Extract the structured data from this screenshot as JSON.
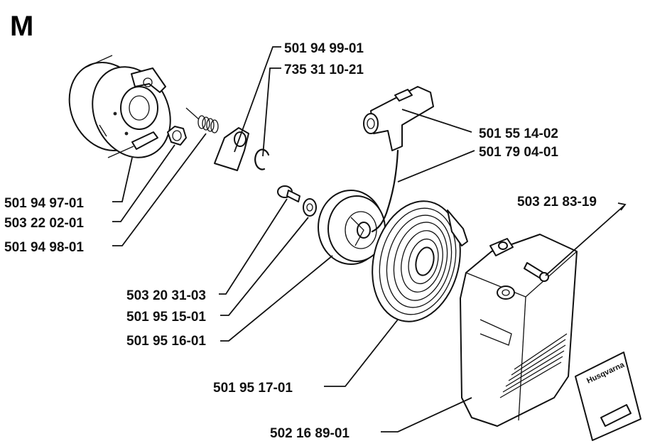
{
  "diagram": {
    "section_letter": "M",
    "parts": [
      {
        "id": "flywheel",
        "number": "501 94 97-01"
      },
      {
        "id": "nut",
        "number": "503 22 02-01"
      },
      {
        "id": "spring",
        "number": "501 94 98-01"
      },
      {
        "id": "pawl",
        "number": "501 94 99-01"
      },
      {
        "id": "circlip",
        "number": "735 31 10-21"
      },
      {
        "id": "handle",
        "number": "501 55 14-02"
      },
      {
        "id": "cord",
        "number": "501 79 04-01"
      },
      {
        "id": "cover-screw",
        "number": "503 21 83-19"
      },
      {
        "id": "pulley-screw",
        "number": "503 20 31-03"
      },
      {
        "id": "washer",
        "number": "501 95 15-01"
      },
      {
        "id": "pulley",
        "number": "501 95 16-01"
      },
      {
        "id": "recoil-spring",
        "number": "501 95 17-01"
      },
      {
        "id": "starter-cover",
        "number": "502 16 89-01"
      }
    ],
    "decal_text": "Husqvarna"
  }
}
